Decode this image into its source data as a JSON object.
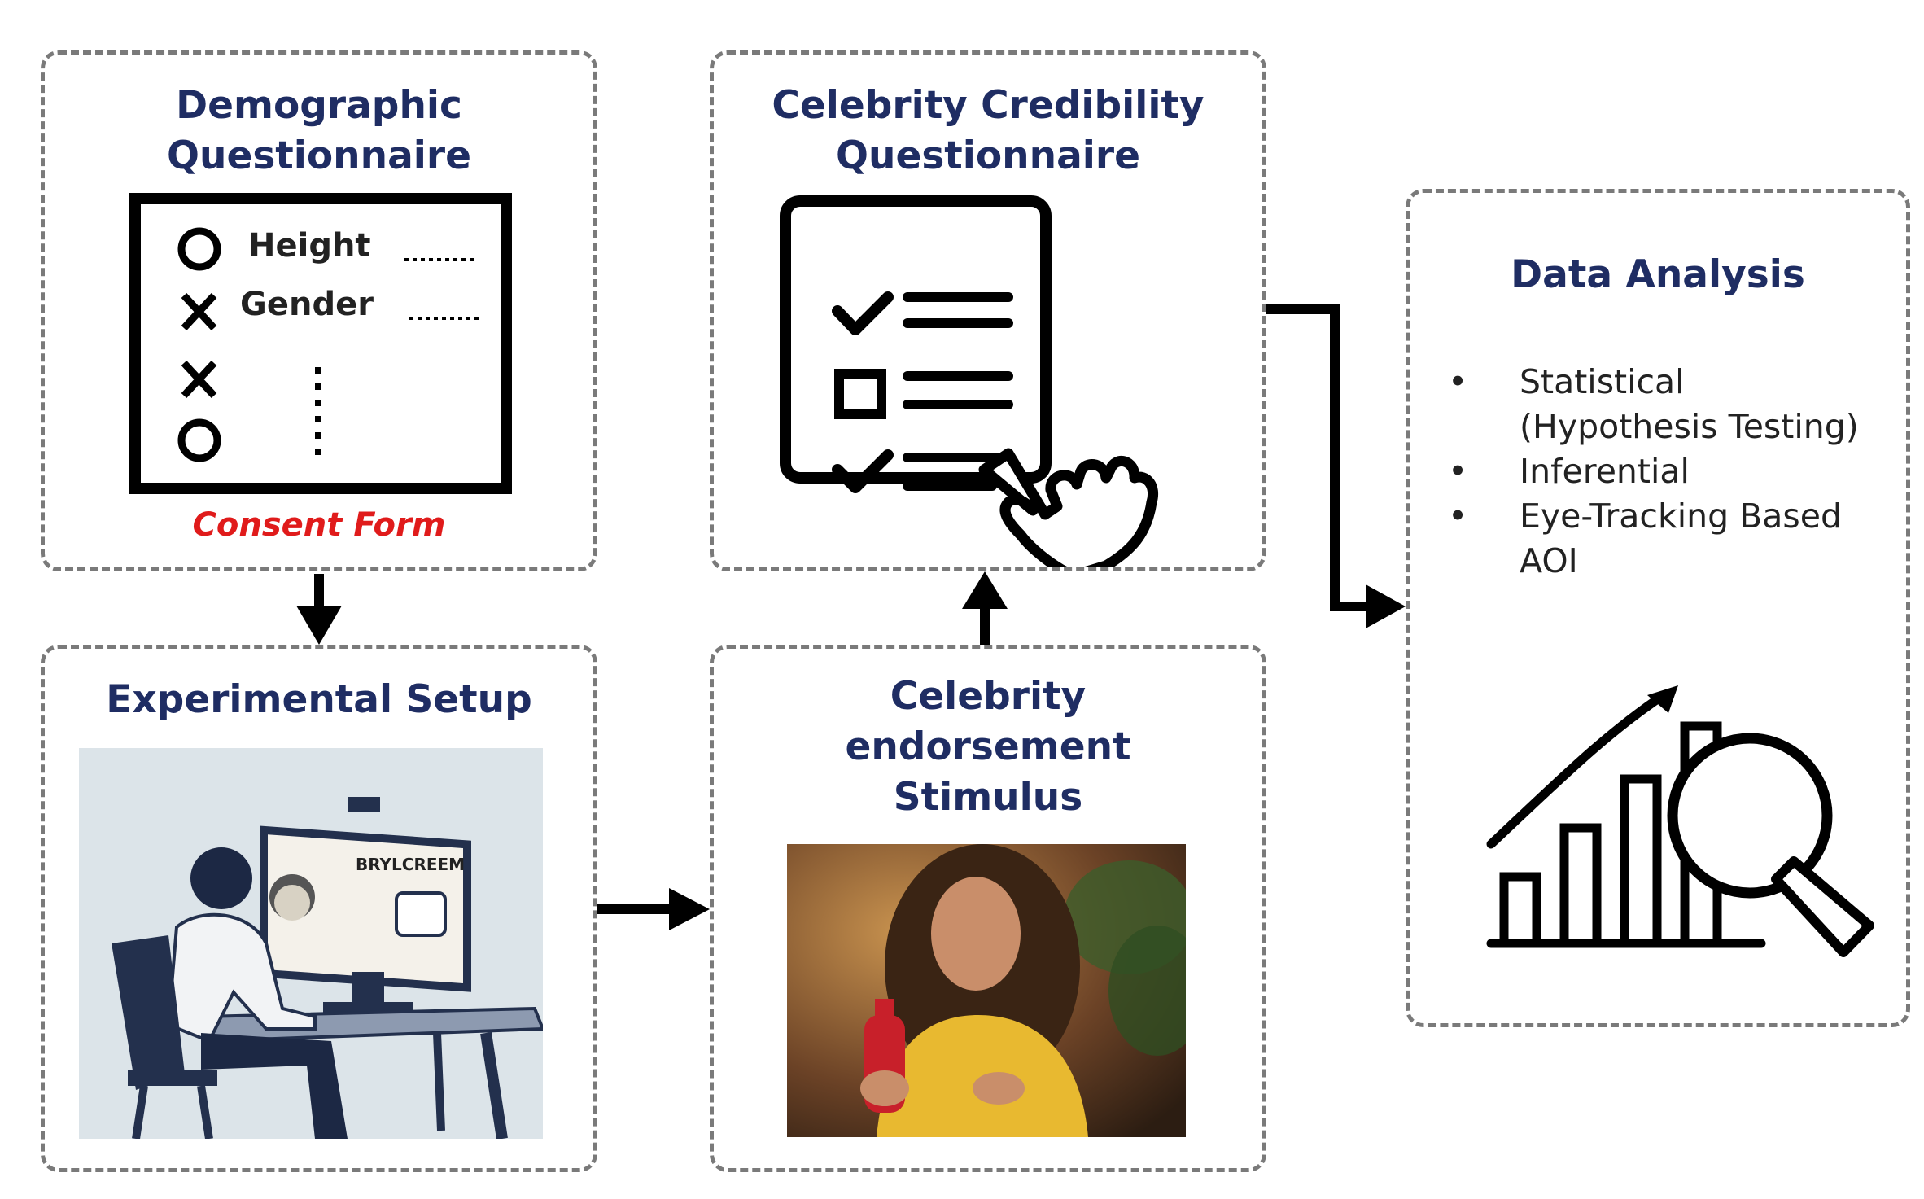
{
  "panels": {
    "demographic": {
      "title_line1": "Demographic",
      "title_line2": "Questionnaire",
      "form_field_1": "Height",
      "form_field_2": "Gender",
      "consent": "Consent Form"
    },
    "credibility": {
      "title_line1": "Celebrity Credibility",
      "title_line2": "Questionnaire"
    },
    "analysis": {
      "title": "Data Analysis",
      "bullets": [
        "Statistical (Hypothesis Testing)",
        "Inferential",
        "Eye-Tracking Based AOI"
      ]
    },
    "setup": {
      "title": "Experimental Setup",
      "monitor_brand": "BRYLCREEM"
    },
    "stimulus": {
      "title_line1": "Celebrity",
      "title_line2": "endorsement",
      "title_line3": "Stimulus"
    }
  },
  "colors": {
    "title": "#1f2d63",
    "consent": "#e01b1b",
    "panel_border": "#7a7a7a",
    "arrow": "#000000"
  },
  "icons": [
    "form-icon",
    "checklist-icon",
    "pointing-hand-icon",
    "bar-chart-icon",
    "magnifier-icon",
    "trend-arrow-icon"
  ]
}
